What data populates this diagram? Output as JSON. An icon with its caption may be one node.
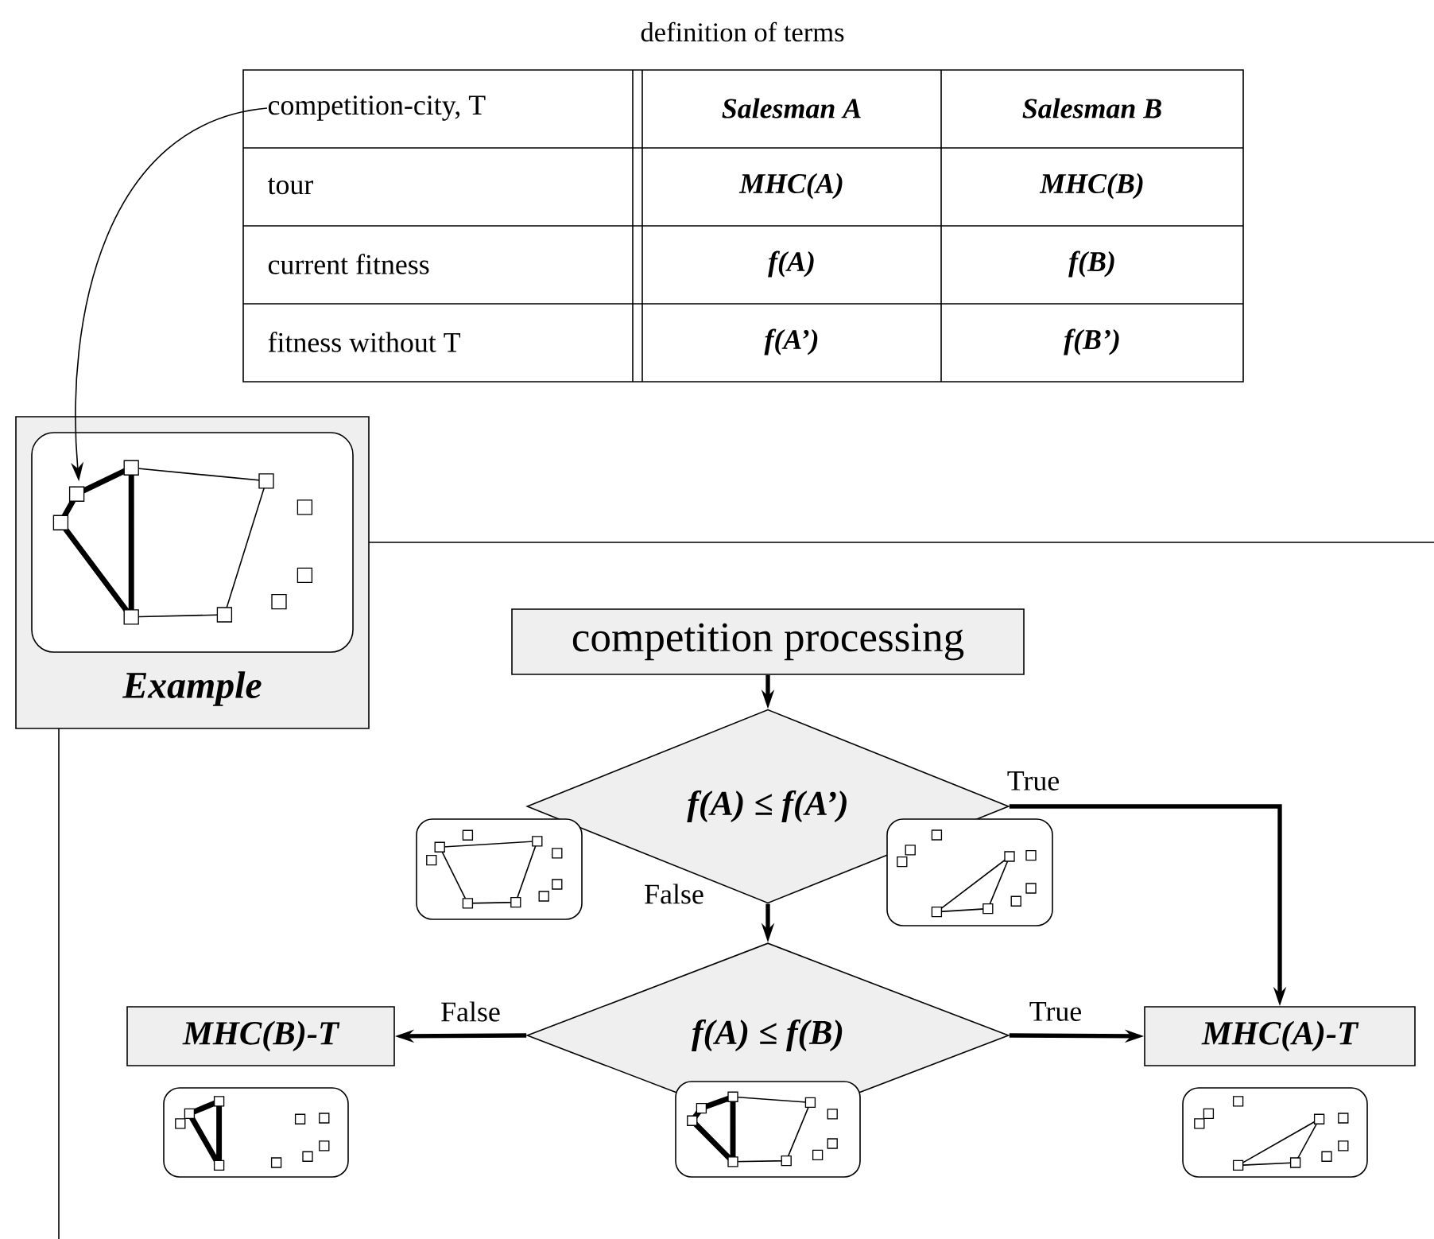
{
  "diagram": {
    "title": "definition of terms",
    "nodes": [
      {
        "text": [
          "competition-city, T"
        ]
      },
      {
        "text": [
          "Example"
        ]
      },
      {
        "text": [],
        "shape": "picture",
        "in": 1
      },
      {
        "text": [
          "competition processing"
        ]
      },
      {
        "text": [
          "f(A)  ≤  f(A’)"
        ]
      },
      {
        "text": [],
        "shape": "picture"
      },
      {
        "text": [],
        "shape": "picture"
      },
      {
        "text": [
          "MHC(B)-T"
        ]
      },
      {
        "text": [
          "f(A)  ≤  f(B)"
        ]
      },
      {
        "text": [
          "MHC(A)-T"
        ]
      },
      {
        "text": [],
        "shape": "picture"
      },
      {
        "text": [],
        "shape": "picture"
      },
      {
        "text": [],
        "shape": "picture"
      }
    ],
    "edges": [
      {
        "from": 0,
        "to": 2,
        "arrow": "to"
      },
      {
        "from": 3,
        "to": 4,
        "arrow": "to"
      },
      {
        "from": 4,
        "to": 8,
        "arrow": "to",
        "label": "False"
      },
      {
        "from": 4,
        "to": 9,
        "arrow": "to",
        "label": "True"
      },
      {
        "from": 8,
        "to": 7,
        "arrow": "to",
        "label": "False"
      },
      {
        "from": 8,
        "to": 9,
        "arrow": "to",
        "label": "True"
      }
    ],
    "labels": [
      "Salesman A",
      "Salesman B",
      "tour",
      "MHC(A)",
      "MHC(B)",
      "current fitness",
      "f(A)",
      "f(B)",
      "fitness without T",
      "f(A’)",
      "f(B’)"
    ]
  }
}
